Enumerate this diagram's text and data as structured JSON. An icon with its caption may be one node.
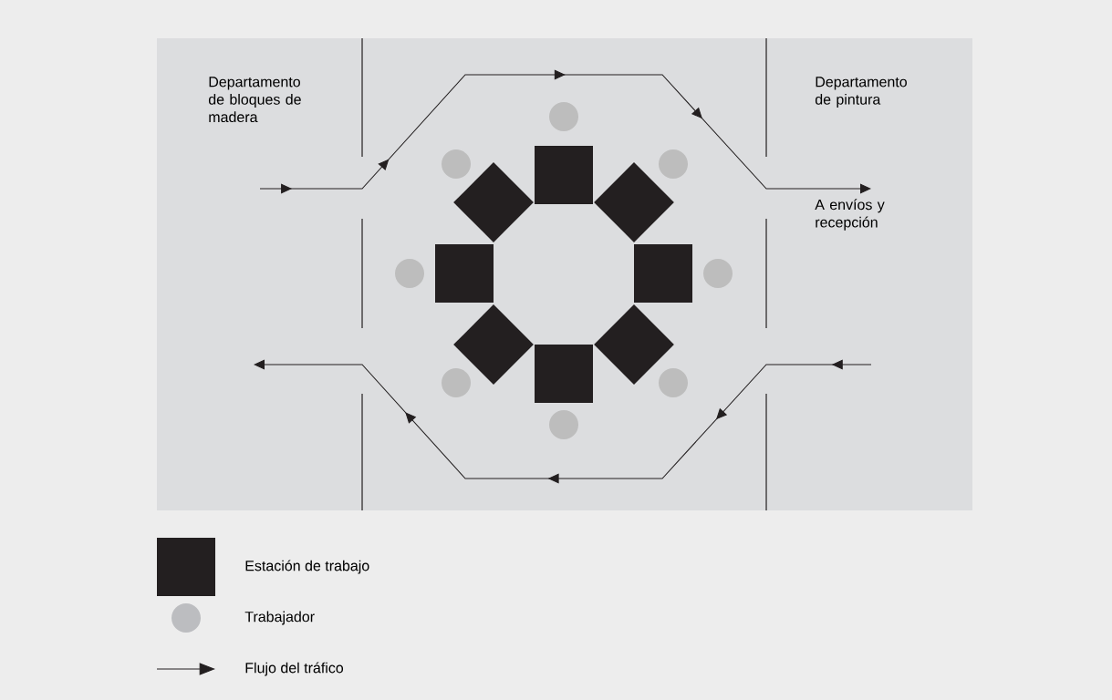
{
  "diagram": {
    "nodes": [
      {
        "text": [],
        "shape": "diamond"
      },
      {
        "text": [],
        "shape": "box"
      },
      {
        "text": [],
        "shape": "diamond"
      },
      {
        "text": [],
        "shape": "box"
      },
      {
        "text": [],
        "shape": "box"
      },
      {
        "text": [],
        "shape": "diamond"
      },
      {
        "text": [],
        "shape": "box"
      },
      {
        "text": [],
        "shape": "diamond"
      },
      {
        "text": [],
        "shape": "circle"
      },
      {
        "text": [],
        "shape": "circle"
      },
      {
        "text": [],
        "shape": "circle"
      },
      {
        "text": [],
        "shape": "circle"
      },
      {
        "text": [],
        "shape": "circle"
      },
      {
        "text": [],
        "shape": "circle"
      },
      {
        "text": [],
        "shape": "circle"
      },
      {
        "text": [],
        "shape": "circle"
      }
    ],
    "labels": [
      "Departamento de bloques de madera",
      "Departamento de pintura",
      "A envíos y recepción"
    ],
    "legend": [
      {
        "text": "Estación de trabajo",
        "color": "#231f20"
      },
      {
        "text": "Trabajador",
        "color": "#bcbdc0"
      },
      {
        "text": "Flujo del tráfico"
      }
    ]
  }
}
